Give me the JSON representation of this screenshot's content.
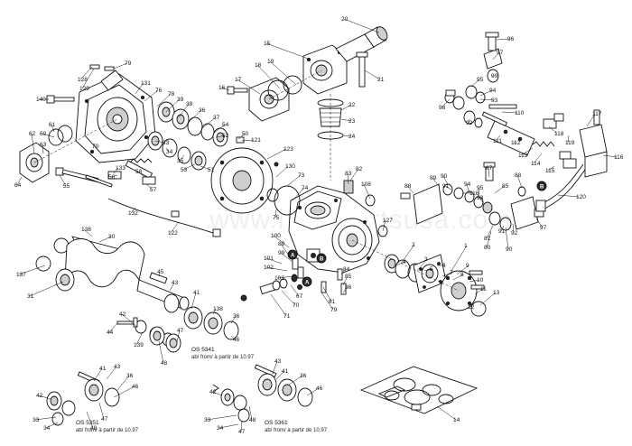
{
  "watermark": "www.hvacpartsusa.com",
  "part_numbers": [
    "1",
    "2",
    "3",
    "4",
    "5",
    "6",
    "7",
    "8",
    "9",
    "10",
    "11",
    "12",
    "13",
    "14",
    "15",
    "16",
    "17",
    "18",
    "19",
    "20",
    "21",
    "22",
    "23",
    "24",
    "30",
    "31",
    "33",
    "34",
    "35",
    "36",
    "37",
    "38",
    "39",
    "40",
    "41",
    "42",
    "43",
    "44",
    "45",
    "46",
    "47",
    "48",
    "50",
    "51",
    "52",
    "53",
    "54",
    "55",
    "56",
    "57",
    "58",
    "60",
    "61",
    "62",
    "63",
    "64",
    "67",
    "70",
    "71",
    "73",
    "74",
    "75",
    "76",
    "77",
    "78",
    "79",
    "80",
    "81",
    "82",
    "83",
    "84",
    "85",
    "86",
    "87",
    "88",
    "89",
    "90",
    "91",
    "92",
    "93",
    "94",
    "95",
    "96",
    "97",
    "98",
    "99",
    "100",
    "101",
    "102",
    "103",
    "108",
    "110",
    "111",
    "112",
    "113",
    "114",
    "115",
    "116",
    "117",
    "118",
    "119",
    "120",
    "121",
    "122",
    "123",
    "127",
    "128",
    "129",
    "130",
    "131",
    "132",
    "133",
    "137",
    "138",
    "139",
    "140"
  ],
  "markers": {
    "a": "A",
    "b": "B"
  },
  "notes": {
    "os5341": {
      "code": "OS 5341",
      "text": "ab/ from/ à partir de 10.97"
    },
    "os5351": {
      "code": "OS 5351",
      "text": "ab/ from/ à partir de 10.97"
    },
    "os5361": {
      "code": "OS 5361",
      "text": "ab/ from/ à partir de 10.97"
    }
  }
}
